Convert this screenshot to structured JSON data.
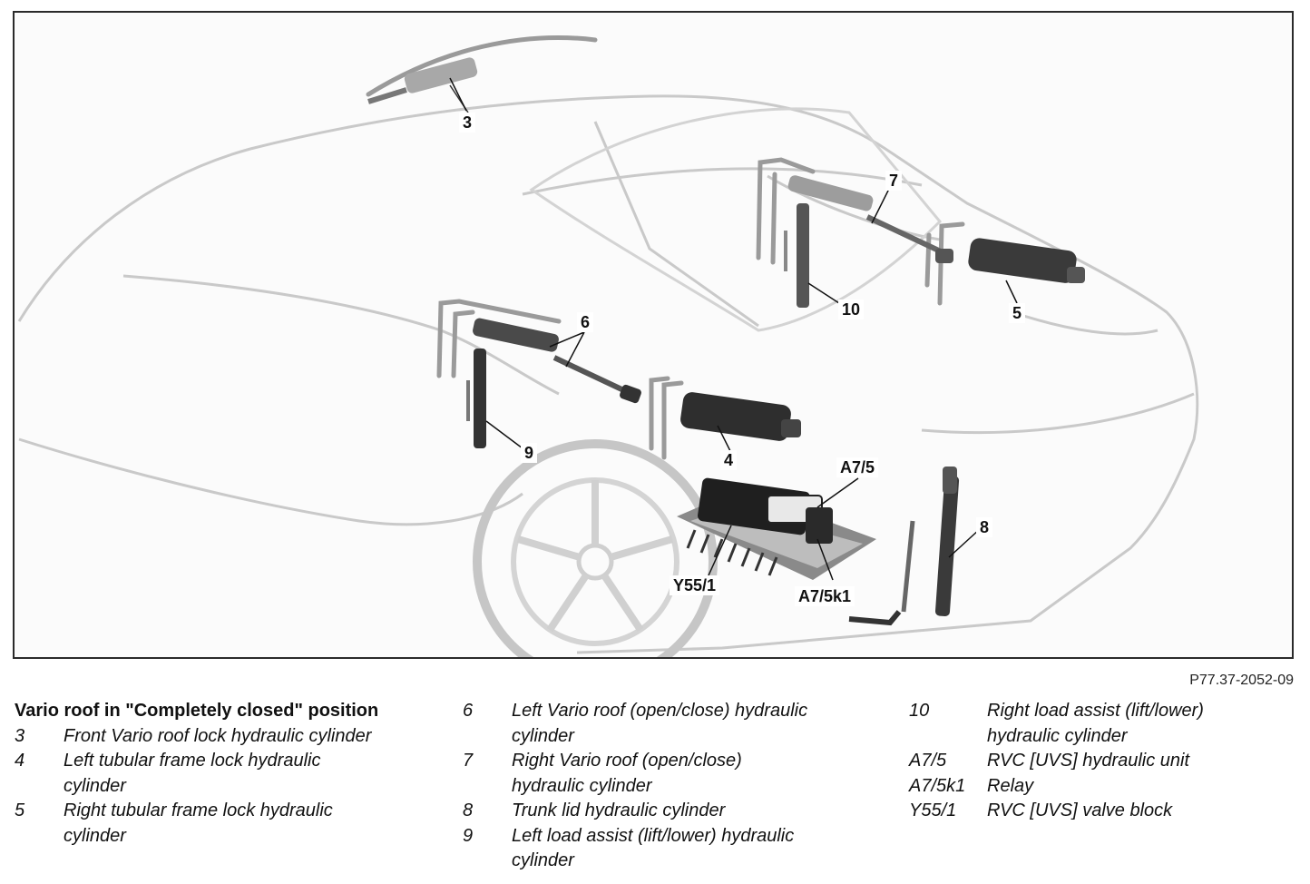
{
  "figure": {
    "code": "P77.37-2052-09",
    "callouts": {
      "c3": "3",
      "c4": "4",
      "c5": "5",
      "c6": "6",
      "c7": "7",
      "c8": "8",
      "c9": "9",
      "c10": "10",
      "a75": "A7/5",
      "a75k1": "A7/5k1",
      "y551": "Y55/1"
    }
  },
  "legend": {
    "title": "Vario roof in \"Completely closed\" position",
    "items": [
      {
        "code": "3",
        "desc": "Front Vario roof lock hydraulic cylinder"
      },
      {
        "code": "4",
        "desc": "Left tubular frame lock hydraulic cylinder"
      },
      {
        "code": "5",
        "desc": "Right tubular frame lock hydraulic cylinder"
      },
      {
        "code": "6",
        "desc": "Left Vario roof (open/close) hydraulic cylinder"
      },
      {
        "code": "7",
        "desc": "Right Vario roof (open/close) hydraulic cylinder"
      },
      {
        "code": "8",
        "desc": "Trunk lid hydraulic cylinder"
      },
      {
        "code": "9",
        "desc": "Left load assist (lift/lower) hydraulic cylinder"
      },
      {
        "code": "10",
        "desc": "Right load assist (lift/lower) hydraulic cylinder"
      },
      {
        "code": "A7/5",
        "desc": "RVC [UVS] hydraulic unit"
      },
      {
        "code": "A7/5k1",
        "desc": "Relay"
      },
      {
        "code": "Y55/1",
        "desc": "RVC [UVS] valve block"
      }
    ]
  }
}
